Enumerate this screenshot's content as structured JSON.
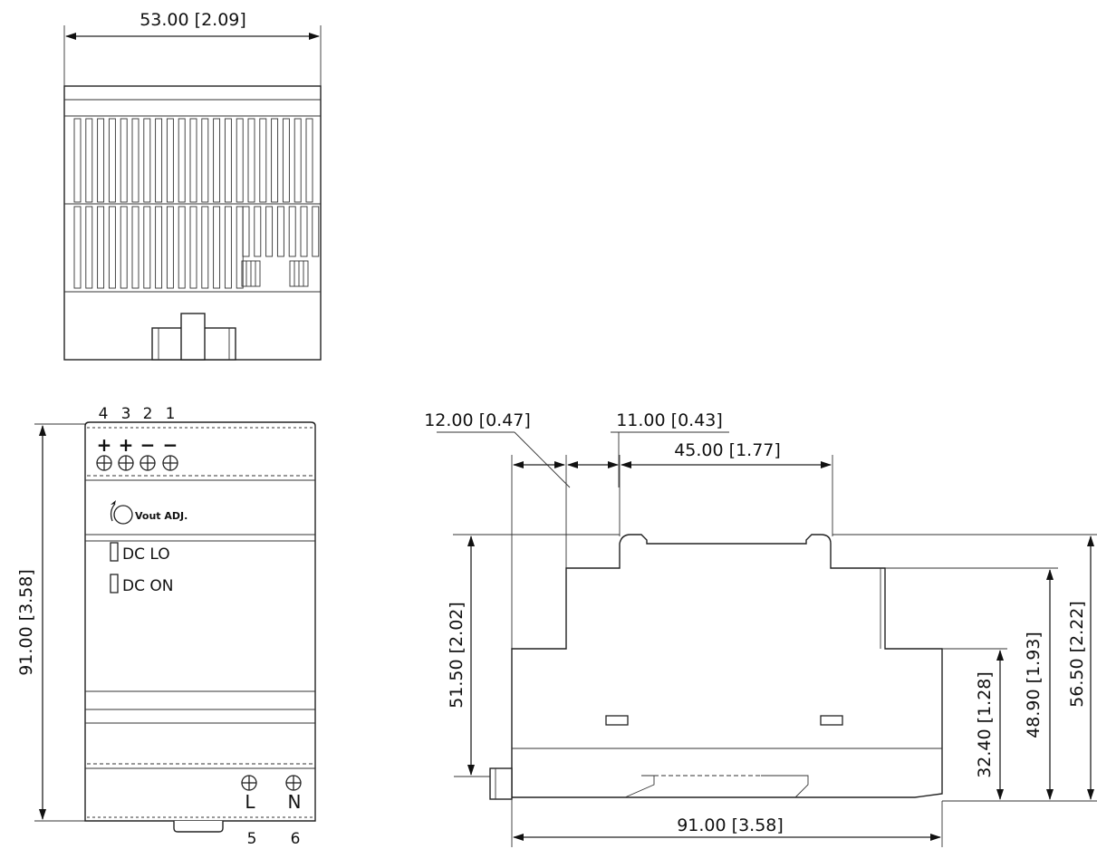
{
  "top_view": {
    "width_dim": "53.00 [2.09]"
  },
  "front_view": {
    "terminal_numbers_top": [
      "4",
      "3",
      "2",
      "1"
    ],
    "terminal_polarity": [
      "+",
      "+",
      "−",
      "−"
    ],
    "vout_adj_label": "Vout ADJ.",
    "led_dc_lo": "DC LO",
    "led_dc_on": "DC ON",
    "height_dim": "91.00 [3.58]",
    "input_labels": [
      "L",
      "N"
    ],
    "terminal_numbers_bottom": [
      "5",
      "6"
    ]
  },
  "side_view": {
    "dim_12": "12.00 [0.47]",
    "dim_11": "11.00 [0.43]",
    "dim_45": "45.00 [1.77]",
    "dim_51_50": "51.50 [2.02]",
    "dim_32_40": "32.40 [1.28]",
    "dim_48_90": "48.90 [1.93]",
    "dim_56_50": "56.50 [2.22]",
    "dim_91": "91.00 [3.58]"
  }
}
